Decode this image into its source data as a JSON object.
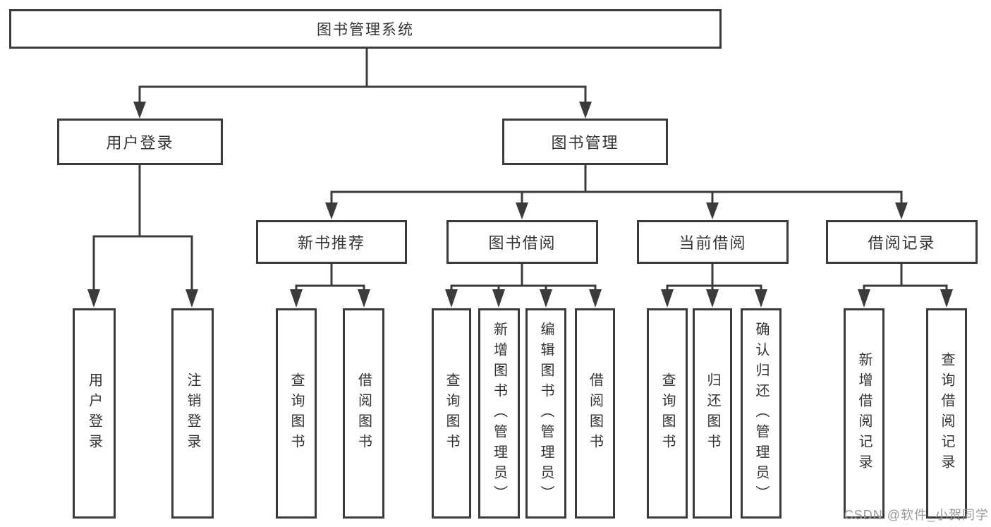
{
  "diagram": {
    "root": {
      "label": "图书管理系统"
    },
    "branches": [
      {
        "label": "用户登录",
        "leaves": [
          {
            "label": "用户登录"
          },
          {
            "label": "注销登录"
          }
        ]
      },
      {
        "label": "图书管理",
        "groups": [
          {
            "label": "新书推荐",
            "leaves": [
              {
                "label": "查询图书"
              },
              {
                "label": "借阅图书"
              }
            ]
          },
          {
            "label": "图书借阅",
            "leaves": [
              {
                "label": "查询图书"
              },
              {
                "label": "新增图书（管理员）"
              },
              {
                "label": "编辑图书（管理员）"
              },
              {
                "label": "借阅图书"
              }
            ]
          },
          {
            "label": "当前借阅",
            "leaves": [
              {
                "label": "查询图书"
              },
              {
                "label": "归还图书"
              },
              {
                "label": "确认归还（管理员）"
              }
            ]
          },
          {
            "label": "借阅记录",
            "leaves": [
              {
                "label": "新增借阅记录"
              },
              {
                "label": "查询借阅记录"
              }
            ]
          }
        ]
      }
    ]
  },
  "watermark": "CSDN @软件_小贺同学",
  "colors": {
    "line": "#3b3b3b",
    "text": "#333333",
    "box_background": "#ffffff",
    "watermark": "#9a9a9a",
    "background": "#ffffff"
  }
}
